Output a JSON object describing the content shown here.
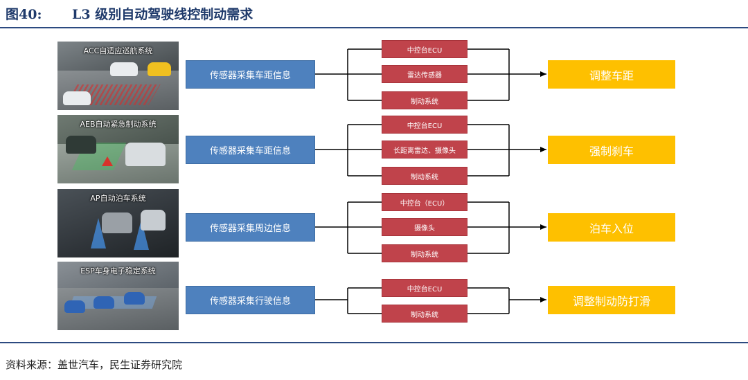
{
  "figure": {
    "number": "图40:",
    "title": "L3 级别自动驾驶线控制动需求"
  },
  "rows": [
    {
      "photo_label": "ACC自适应巡航系统",
      "sensor": "传感器采集车距信息",
      "components": [
        "中控台ECU",
        "雷达传感器",
        "制动系统"
      ],
      "result": "调整车距"
    },
    {
      "photo_label": "AEB自动紧急制动系统",
      "sensor": "传感器采集车距信息",
      "components": [
        "中控台ECU",
        "长距离雷达、摄像头",
        "制动系统"
      ],
      "result": "强制刹车"
    },
    {
      "photo_label": "AP自动泊车系统",
      "sensor": "传感器采集周边信息",
      "components": [
        "中控台（ECU）",
        "摄像头",
        "制动系统"
      ],
      "result": "泊车入位"
    },
    {
      "photo_label": "ESP车身电子稳定系统",
      "sensor": "传感器采集行驶信息",
      "components": [
        "中控台ECU",
        "制动系统"
      ],
      "result": "调整制动防打滑"
    }
  ],
  "source": "资料来源：盖世汽车，民生证券研究院",
  "colors": {
    "title": "#1f3a6b",
    "rule": "#2c4a80",
    "sensor_box": "#4e81be",
    "component_box": "#c0434b",
    "result_box": "#fec000",
    "connector": "#000000"
  }
}
